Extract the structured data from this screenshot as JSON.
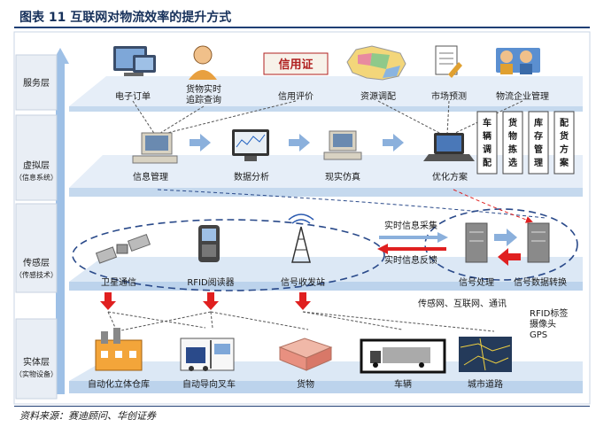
{
  "figure_title": "图表 11  互联网对物流效率的提升方式",
  "source": "资料来源：赛迪顾问、华创证券",
  "layers": [
    {
      "label": "服务层",
      "sublabel": ""
    },
    {
      "label": "虚拟层",
      "sublabel": "（信息系统）"
    },
    {
      "label": "传感层",
      "sublabel": "（传感技术）"
    },
    {
      "label": "实体层",
      "sublabel": "（实物设备）"
    }
  ],
  "service_items": [
    "电子订单",
    "货物实时追踪查询",
    "信用评价",
    "资源调配",
    "市场预测",
    "物流企业管理"
  ],
  "service_icon_text": "信用证",
  "virtual_items": [
    "信息管理",
    "数据分析",
    "现实仿真",
    "优化方案"
  ],
  "virtual_boxes": [
    "车辆调配",
    "货物拣选",
    "库存管理",
    "配货方案"
  ],
  "sensing_items": [
    "卫星通信",
    "RFID阅读器",
    "信号收发站",
    "信号处理",
    "信号数据转换"
  ],
  "sensing_arrows": {
    "top": "实时信息采集",
    "bottom": "实时信息反馈"
  },
  "network_text": "传感网、互联网、通讯",
  "tags_text": [
    "RFID标签",
    "摄像头",
    "GPS"
  ],
  "physical_items": [
    "自动化立体仓库",
    "自动导向叉车",
    "货物",
    "车辆",
    "城市道路"
  ],
  "colors": {
    "platform": "#c5d9ee",
    "platform_top": "#e8f0f8",
    "arrow": "#8bb0dc",
    "red": "#e02020",
    "title": "#16305a"
  }
}
